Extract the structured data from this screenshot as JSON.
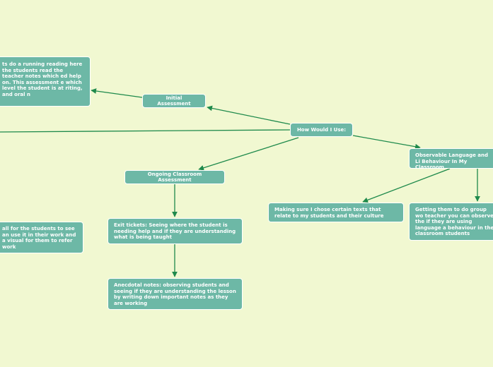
{
  "colors": {
    "background": "#f1f8d1",
    "node_fill": "#6db8a6",
    "node_text": "#ffffff",
    "connector": "#1f8a4c"
  },
  "nodes": {
    "root": "How Would I Use:",
    "initial_assessment": "Initial Assessment",
    "running_record": "ts do a running reading here the students read the teacher notes which ed help on. This assessment e which level the student is at riting, and oral n",
    "ongoing_assessment": "Ongoing Classroom Assessment",
    "exit_tickets": "Exit tickets: Seeing where the student is needing help and if they are understanding what is being taught",
    "anecdotal_notes": "Anecdotal notes: observing students and seeing if they are understanding the lesson by writing down important notes as they are working",
    "wall_visual": "all for the students to see an use it in their work and a visual for them to refer work",
    "observable_behaviour": "Observable Language and Li Behaviour In My Classroom",
    "texts_culture": "Making sure I chose certain texts that relate to my students and their culture",
    "group_work": "Getting them to do group wo teacher you can observe the if they are using language a behaviour in the classroom students"
  }
}
